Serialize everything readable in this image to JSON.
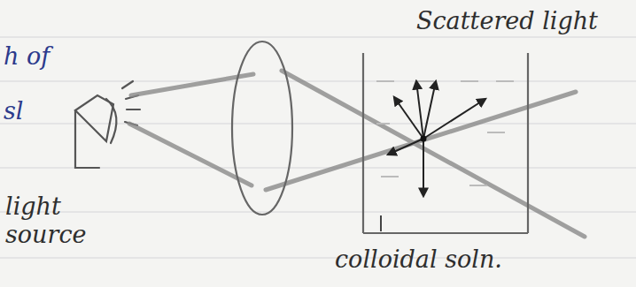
{
  "diagram": {
    "labels": [
      "h of",
      "sl",
      "light source",
      "Scattered light",
      "colloidal soln."
    ]
  }
}
